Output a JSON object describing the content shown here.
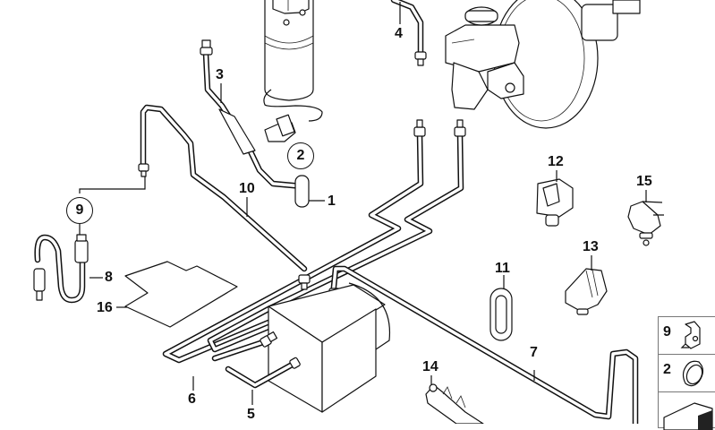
{
  "diagram": {
    "title": "Brake pipe parts diagram",
    "callouts": [
      {
        "id": "1",
        "label": "1"
      },
      {
        "id": "2",
        "label": "2"
      },
      {
        "id": "3",
        "label": "3"
      },
      {
        "id": "4",
        "label": "4"
      },
      {
        "id": "5",
        "label": "5"
      },
      {
        "id": "6",
        "label": "6"
      },
      {
        "id": "7",
        "label": "7"
      },
      {
        "id": "8",
        "label": "8"
      },
      {
        "id": "9",
        "label": "9"
      },
      {
        "id": "10",
        "label": "10"
      },
      {
        "id": "11",
        "label": "11"
      },
      {
        "id": "12",
        "label": "12"
      },
      {
        "id": "13",
        "label": "13"
      },
      {
        "id": "14",
        "label": "14"
      },
      {
        "id": "15",
        "label": "15"
      },
      {
        "id": "16",
        "label": "16"
      }
    ],
    "circled_callouts": [
      {
        "id": "2",
        "label": "2"
      },
      {
        "id": "9",
        "label": "9"
      }
    ],
    "legend": [
      {
        "label": "9",
        "icon": "bracket-clip-icon"
      },
      {
        "label": "2",
        "icon": "hose-clamp-icon"
      },
      {
        "label": "",
        "icon": "tool-wedge-icon"
      }
    ]
  }
}
